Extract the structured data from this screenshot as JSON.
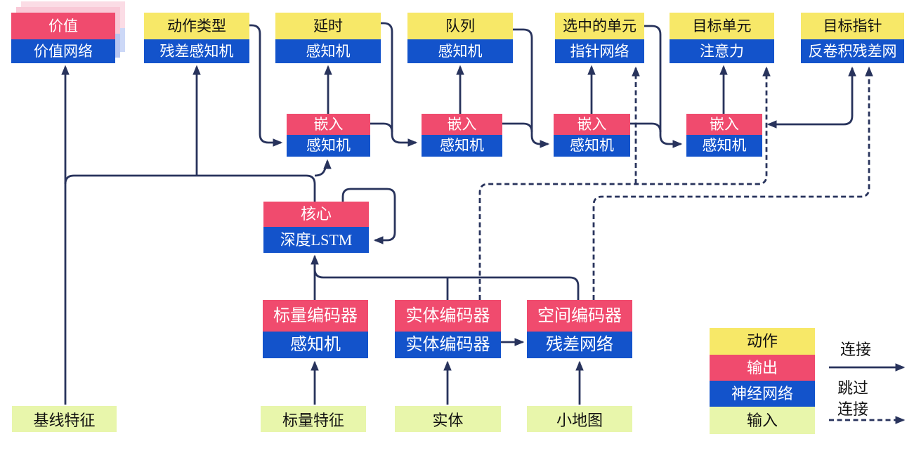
{
  "diagram": {
    "heads": [
      {
        "top": "价值",
        "bottom": "价值网络"
      },
      {
        "top": "动作类型",
        "bottom": "残差感知机"
      },
      {
        "top": "延时",
        "bottom": "感知机"
      },
      {
        "top": "队列",
        "bottom": "感知机"
      },
      {
        "top": "选中的单元",
        "bottom": "指针网络"
      },
      {
        "top": "目标单元",
        "bottom": "注意力"
      },
      {
        "top": "目标指针",
        "bottom": "反卷积残差网"
      }
    ],
    "embeddings": [
      {
        "top": "嵌入",
        "bottom": "感知机"
      },
      {
        "top": "嵌入",
        "bottom": "感知机"
      },
      {
        "top": "嵌入",
        "bottom": "感知机"
      },
      {
        "top": "嵌入",
        "bottom": "感知机"
      }
    ],
    "core": {
      "top": "核心",
      "bottom": "深度LSTM"
    },
    "encoders": [
      {
        "top": "标量编码器",
        "bottom": "感知机"
      },
      {
        "top": "实体编码器",
        "bottom": "实体编码器"
      },
      {
        "top": "空间编码器",
        "bottom": "残差网络"
      }
    ],
    "inputs": [
      "基线特征",
      "标量特征",
      "实体",
      "小地图"
    ],
    "legend": {
      "action": "动作",
      "output": "输出",
      "network": "神经网络",
      "input": "输入",
      "connection": "连接",
      "skip_line1": "跳过",
      "skip_line2": "连接"
    },
    "colors": {
      "action_yellow": "#f7e868",
      "output_red": "#f04b6e",
      "network_blue": "#1353cb",
      "input_green": "#e8f6ab",
      "line_navy": "#28335c"
    }
  }
}
